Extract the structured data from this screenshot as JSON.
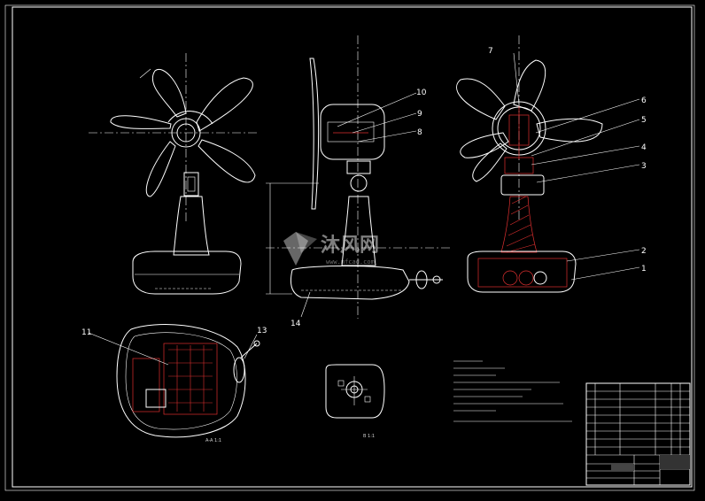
{
  "drawing": {
    "part_numbers": {
      "p1": "1",
      "p2": "2",
      "p3": "3",
      "p4": "4",
      "p5": "5",
      "p6": "6",
      "p7": "7",
      "p8": "8",
      "p9": "9",
      "p10": "10",
      "p11": "11",
      "p13": "13",
      "p14": "14"
    },
    "watermark": {
      "brand": "沐风网",
      "url": "www.mfcad.com"
    },
    "colors": {
      "background": "#000000",
      "lines": "#ffffff",
      "section_hatch": "#e03030"
    }
  }
}
